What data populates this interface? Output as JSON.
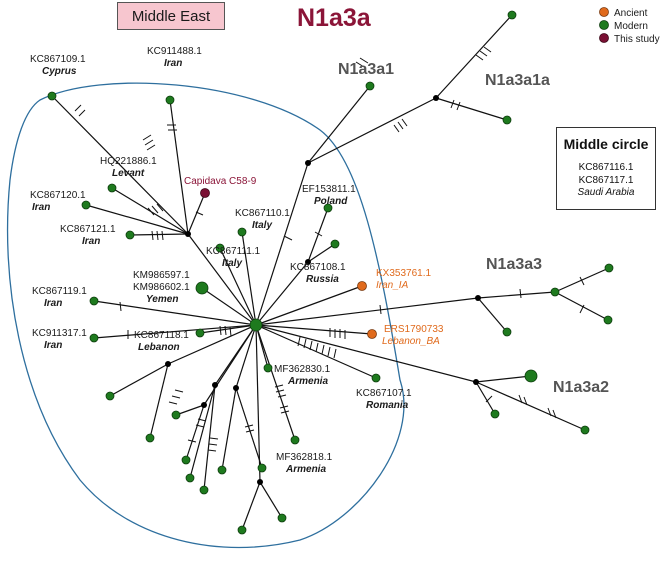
{
  "title": "N1a3a",
  "region_box": "Middle East",
  "legend": {
    "items": [
      {
        "label": "Ancient",
        "color": "#e06a1c"
      },
      {
        "label": "Modern",
        "color": "#1e7a1e"
      },
      {
        "label": "This study",
        "color": "#7a1034"
      }
    ]
  },
  "middle_circle": {
    "title": "Middle circle",
    "ids": [
      "KC867116.1",
      "KC867117.1"
    ],
    "region": "Saudi Arabia"
  },
  "subclades": [
    "N1a3a1",
    "N1a3a1a",
    "N1a3a3",
    "N1a3a2"
  ],
  "samples": [
    {
      "id": "KC867109.1",
      "place": "Cyprus"
    },
    {
      "id": "KC911488.1",
      "place": "Iran"
    },
    {
      "id": "HQ221886.1",
      "place": "Levant"
    },
    {
      "id": "Capidava C58-9",
      "place": ""
    },
    {
      "id": "KC867120.1",
      "place": "Iran"
    },
    {
      "id": "KC867121.1",
      "place": "Iran"
    },
    {
      "id": "KC867110.1",
      "place": "Italy"
    },
    {
      "id": "KC867111.1",
      "place": "Italy"
    },
    {
      "id": "EF153811.1",
      "place": "Poland"
    },
    {
      "id": "KC867108.1",
      "place": "Russia"
    },
    {
      "id": "KX353761.1",
      "place": "Iran_IA"
    },
    {
      "id": "KM986597.1",
      "place": ""
    },
    {
      "id": "KM986602.1",
      "place": "Yemen"
    },
    {
      "id": "KC867119.1",
      "place": "Iran"
    },
    {
      "id": "KC911317.1",
      "place": "Iran"
    },
    {
      "id": "KC867118.1",
      "place": "Lebanon"
    },
    {
      "id": "ERS1790733",
      "place": "Lebanon_BA"
    },
    {
      "id": "MF362830.1",
      "place": "Armenia"
    },
    {
      "id": "KC867107.1",
      "place": "Romania"
    },
    {
      "id": "MF362818.1",
      "place": "Armenia"
    }
  ]
}
